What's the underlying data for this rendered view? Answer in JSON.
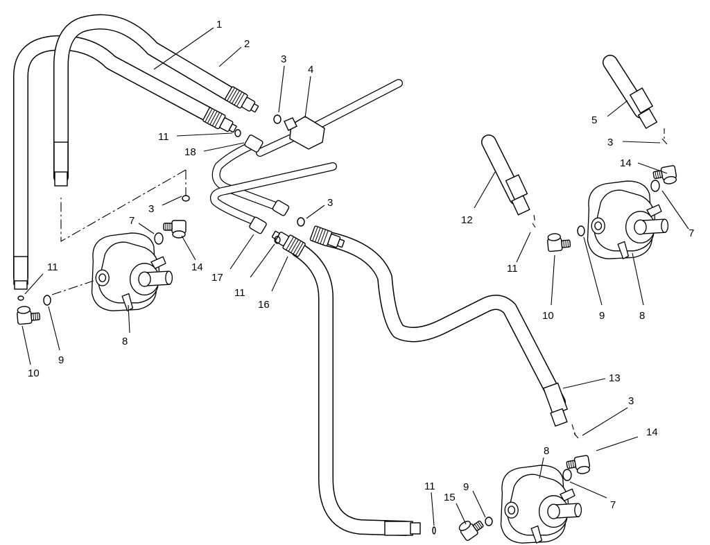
{
  "callouts": {
    "c1": "1",
    "c2": "2",
    "c3a": "3",
    "c4": "4",
    "c11a": "11",
    "c18": "18",
    "c3b": "3",
    "c7a": "7",
    "c14a": "14",
    "c11b": "11",
    "c10a": "10",
    "c9a": "9",
    "c8a": "8",
    "c3c": "3",
    "c17": "17",
    "c11c": "11",
    "c16": "16",
    "c5": "5",
    "c3d": "3",
    "c14b": "14",
    "c12": "12",
    "c7b": "7",
    "c11d": "11",
    "c10b": "10",
    "c9b": "9",
    "c8b": "8",
    "c13": "13",
    "c3e": "3",
    "c14c": "14",
    "c8c": "8",
    "c7c": "7",
    "c11e": "11",
    "c15": "15",
    "c9c": "9"
  }
}
